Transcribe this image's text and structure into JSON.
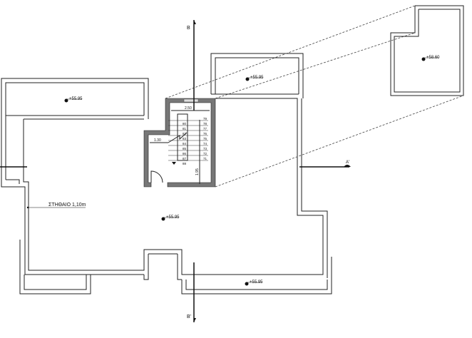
{
  "drawing": {
    "section_labels": {
      "b_top": "B",
      "b_bottom": "B'",
      "a_right": "A'"
    },
    "levels": {
      "top_left_balcony": "+55.95",
      "top_right_balcony": "+55.95",
      "main_roof": "+55.95",
      "bottom_balcony": "+55.95",
      "upper_roof": "+58.60"
    },
    "parapet_label": "ΣΤΗΘΑΙΟ 1,10m",
    "stair": {
      "width_dim": "2.50",
      "landing_dim": "1.30",
      "vertical_dim": "1.95",
      "right_steps": [
        "79",
        "78",
        "77",
        "76",
        "75",
        "74",
        "73",
        "72",
        "71"
      ],
      "left_steps": [
        "80",
        "81",
        "82",
        "83",
        "84",
        "85",
        "86",
        "87",
        "88"
      ]
    }
  }
}
